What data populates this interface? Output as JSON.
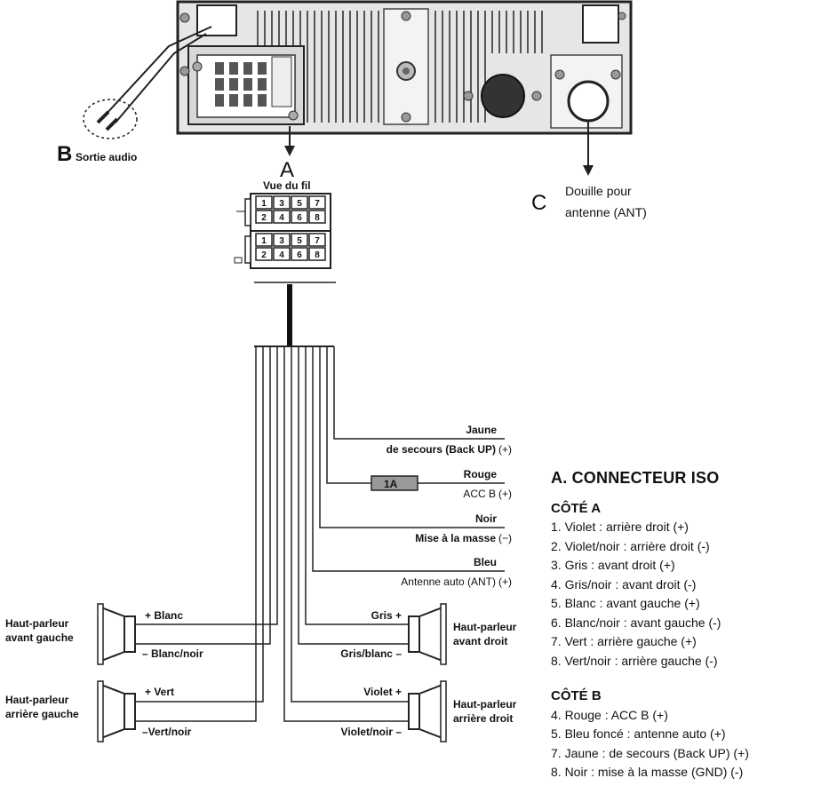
{
  "labels": {
    "a_letter": "A",
    "b_letter": "B",
    "b_text": "Sortie audio",
    "c_letter": "C",
    "c_line1": "Douille pour",
    "c_line2": "antenne (ANT)",
    "vue_du_fil": "Vue du fil",
    "fuse": "1A"
  },
  "connector": {
    "top_rows": [
      [
        "1",
        "3",
        "5",
        "7"
      ],
      [
        "2",
        "4",
        "6",
        "8"
      ]
    ],
    "bottom_rows": [
      [
        "1",
        "3",
        "5",
        "7"
      ],
      [
        "2",
        "4",
        "6",
        "8"
      ]
    ]
  },
  "wires": {
    "jaune": "Jaune",
    "jaune_desc": "de secours (Back UP)",
    "jaune_sign": "(+)",
    "rouge": "Rouge",
    "rouge_desc": "ACC B",
    "rouge_sign": "(+)",
    "noir": "Noir",
    "noir_desc": "Mise à la masse",
    "noir_sign": "(−)",
    "bleu": "Bleu",
    "bleu_desc": "Antenne auto (ANT)",
    "bleu_sign": "(+)"
  },
  "speakers": {
    "avant_gauche": [
      "Haut-parleur",
      "avant gauche"
    ],
    "arriere_gauche": [
      "Haut-parleur",
      "arrière gauche"
    ],
    "avant_droit": [
      "Haut-parleur",
      "avant droit"
    ],
    "arriere_droit": [
      "Haut-parleur",
      "arrière droit"
    ],
    "blanc_pos": "+ Blanc",
    "blanc_neg": "– Blanc/noir",
    "vert_pos": "+ Vert",
    "vert_neg": "–Vert/noir",
    "gris_pos": "Gris +",
    "gris_neg": "Gris/blanc –",
    "violet_pos": "Violet +",
    "violet_neg": "Violet/noir –"
  },
  "legend": {
    "title": "A. CONNECTEUR ISO",
    "side_a_title": "CÔTÉ A",
    "side_a": [
      "1. Violet : arrière droit (+)",
      "2. Violet/noir : arrière droit (-)",
      "3. Gris : avant droit (+)",
      "4. Gris/noir : avant droit (-)",
      "5. Blanc : avant gauche (+)",
      "6. Blanc/noir : avant gauche (-)",
      "7. Vert : arrière gauche (+)",
      "8. Vert/noir : arrière gauche (-)"
    ],
    "side_b_title": "CÔTÉ B",
    "side_b": [
      "4. Rouge : ACC B (+)",
      "5. Bleu foncé : antenne auto (+)",
      "7. Jaune : de secours (Back UP) (+)",
      "8. Noir : mise à la masse (GND) (-)"
    ]
  }
}
